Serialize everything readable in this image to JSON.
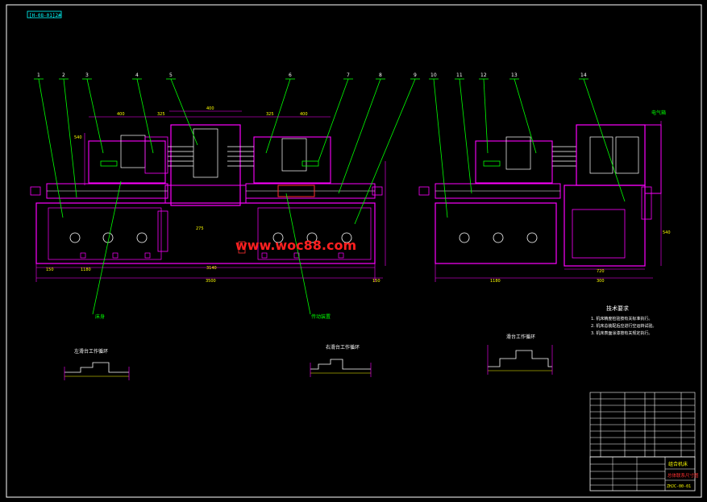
{
  "sheet": {
    "code": "[H-08-01]2#",
    "watermark": "www.woc88.com"
  },
  "callouts": [
    "1",
    "2",
    "3",
    "4",
    "5",
    "6",
    "7",
    "8",
    "9",
    "10",
    "11",
    "12",
    "13",
    "14"
  ],
  "dimensions": {
    "top_400_a": "400",
    "top_400_b": "400",
    "top_325_a": "325",
    "top_325_b": "325",
    "top_400_c": "400",
    "side_540": "540",
    "side_150": "150",
    "bottom_1180": "1180",
    "bottom_3500": "3500",
    "bottom_150": "150",
    "bottom_1180_r": "1180",
    "bottom_300_r": "300",
    "bottom_720_r": "720",
    "right_540": "540",
    "center_275": "275",
    "center_3140": "3140"
  },
  "labels": {
    "bottom_left_tag": "床身",
    "bottom_right_tag": "传动装置",
    "electric_box": "电气箱"
  },
  "tech_notes": {
    "title": "技术要求",
    "items": [
      "1. 机床精度检验按有关标准执行。",
      "2. 机床总装配后应进行空运转试验。",
      "3. 机床表面涂漆按有关规定执行。"
    ]
  },
  "schematics": [
    {
      "title": "左滑台工作循环"
    },
    {
      "title": "右滑台工作循环"
    },
    {
      "title": "滑台工作循环"
    }
  ],
  "title_block": {
    "name": "组合机床",
    "subtitle": "总体联系尺寸图",
    "drawing_no": "ZHJC-00-01"
  },
  "colors": {
    "background": "#000000",
    "frame": "#ffffff",
    "machine": "#ff00ff",
    "detail": "#ffffff",
    "leader": "#00ff00",
    "dimension": "#ffff00",
    "watermark": "#ff2020",
    "cyan": "#00ffff",
    "red": "#ff3030"
  }
}
